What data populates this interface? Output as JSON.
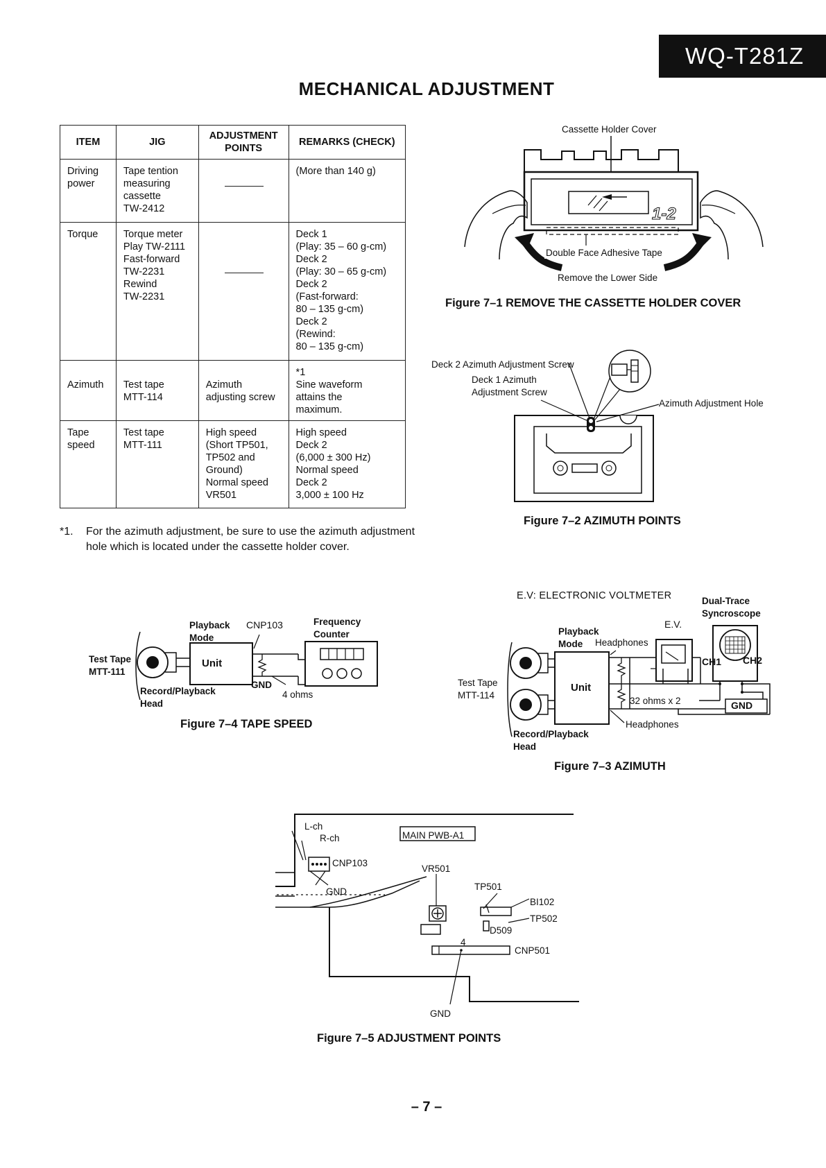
{
  "header": {
    "model": "WQ-T281Z",
    "title": "MECHANICAL ADJUSTMENT"
  },
  "table": {
    "headers": [
      "ITEM",
      "JIG",
      "ADJUSTMENT POINTS",
      "REMARKS (CHECK)"
    ],
    "rows": [
      {
        "item": [
          "Driving",
          "power"
        ],
        "jig": [
          "Tape tention",
          "measuring",
          "cassette",
          "TW-2412"
        ],
        "points": [],
        "remarks": [
          "(More than 140 g)"
        ]
      },
      {
        "item": [
          "Torque"
        ],
        "jig": [
          "Torque meter",
          "Play TW-2111",
          "Fast-forward",
          "TW-2231",
          "Rewind",
          "TW-2231"
        ],
        "points": [],
        "remarks": [
          "Deck 1",
          "(Play: 35 – 60 g-cm)",
          "Deck 2",
          "(Play: 30 – 65 g-cm)",
          "Deck 2",
          "(Fast-forward:",
          "80 – 135 g-cm)",
          "Deck 2",
          "(Rewind:",
          "80 – 135 g-cm)"
        ]
      },
      {
        "item": [
          "Azimuth"
        ],
        "jig": [
          "Test tape",
          "MTT-114"
        ],
        "points": [
          "Azimuth",
          "adjusting screw"
        ],
        "remarks": [
          "*1",
          "Sine waveform",
          "attains the",
          "maximum."
        ]
      },
      {
        "item": [
          "Tape",
          "speed"
        ],
        "jig": [
          "Test tape",
          "MTT-111"
        ],
        "points": [
          "High speed",
          "(Short TP501,",
          "TP502 and",
          "Ground)",
          "Normal speed",
          "VR501"
        ],
        "remarks": [
          "High speed",
          "Deck 2",
          "(6,000 ± 300 Hz)",
          "Normal speed",
          "Deck 2",
          "3,000 ± 100 Hz"
        ]
      }
    ]
  },
  "footnote": {
    "mark": "*1.",
    "text": "For the azimuth adjustment, be sure to use the azimuth adjustment hole which is located under the cassette holder cover."
  },
  "fig7_1": {
    "label_holder_cover": "Cassette Holder Cover",
    "label_tape": "Double Face Adhesive Tape",
    "label_lower_side": "Remove the Lower Side",
    "deck_mark": "1-2",
    "caption": "Figure 7–1  REMOVE THE CASSETTE HOLDER COVER"
  },
  "fig7_2": {
    "label_deck2_screw": "Deck 2 Azimuth Adjustment Screw",
    "label_deck1_screw_1": "Deck 1 Azimuth",
    "label_deck1_screw_2": "Adjustment Screw",
    "label_hole": "Azimuth Adjustment Hole",
    "caption": "Figure 7–2  AZIMUTH POINTS"
  },
  "fig7_3": {
    "ev_title": "E.V: ELECTRONIC VOLTMETER",
    "scope_1": "Dual-Trace",
    "scope_2": "Syncroscope",
    "ev": "E.V.",
    "ch1": "CH1",
    "ch2": "CH2",
    "playback_1": "Playback",
    "playback_2": "Mode",
    "headphones_top": "Headphones",
    "unit": "Unit",
    "test_tape_1": "Test Tape",
    "test_tape_2": "MTT-114",
    "resistance": "32 ohms x 2",
    "gnd": "GND",
    "headphones_bottom": "Headphones",
    "head_1": "Record/Playback",
    "head_2": "Head",
    "caption": "Figure 7–3  AZIMUTH"
  },
  "fig7_4": {
    "playback_1": "Playback",
    "playback_2": "Mode",
    "cnp": "CNP103",
    "freq_1": "Frequency",
    "freq_2": "Counter",
    "test_tape_1": "Test Tape",
    "test_tape_2": "MTT-111",
    "unit": "Unit",
    "gnd": "GND",
    "ohms": "4 ohms",
    "head_1": "Record/Playback",
    "head_2": "Head",
    "caption": "Figure 7–4  TAPE SPEED"
  },
  "fig7_5": {
    "lch": "L-ch",
    "rch": "R-ch",
    "board": "MAIN PWB-A1",
    "cnp103": "CNP103",
    "vr501": "VR501",
    "gnd_top": "GND",
    "tp501": "TP501",
    "bi102": "BI102",
    "tp502": "TP502",
    "d509": "D509",
    "pin": "4",
    "cnp501": "CNP501",
    "gnd_bottom": "GND",
    "caption": "Figure 7–5  ADJUSTMENT POINTS"
  },
  "footer": {
    "page_number": "– 7 –"
  }
}
